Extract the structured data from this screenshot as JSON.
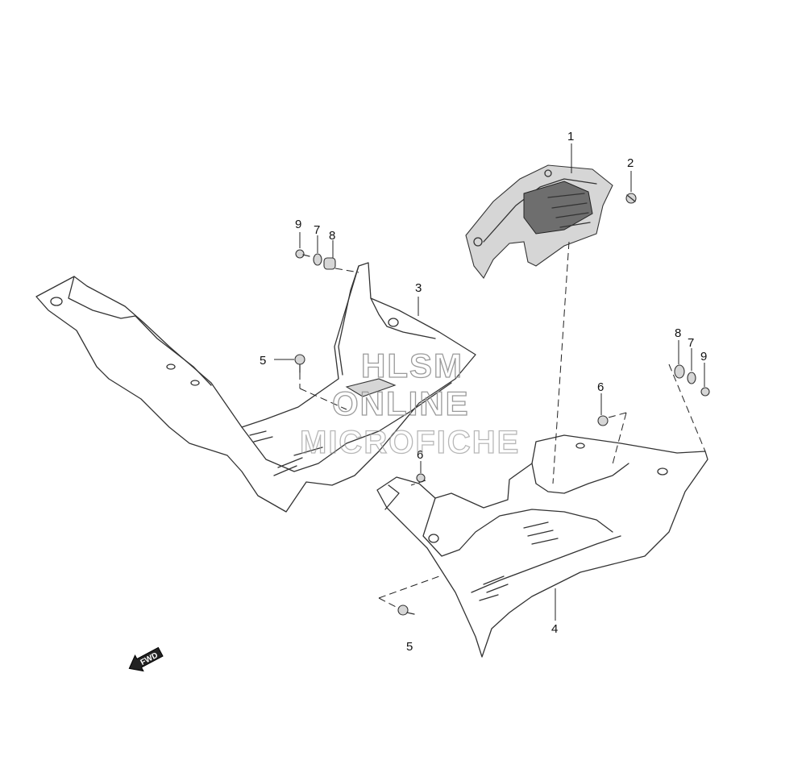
{
  "callouts": [
    {
      "id": "c1",
      "label": "1"
    },
    {
      "id": "c2",
      "label": "2"
    },
    {
      "id": "c3",
      "label": "3"
    },
    {
      "id": "c4",
      "label": "4"
    },
    {
      "id": "c5a",
      "label": "5"
    },
    {
      "id": "c5b",
      "label": "5"
    },
    {
      "id": "c6a",
      "label": "6"
    },
    {
      "id": "c6b",
      "label": "6"
    },
    {
      "id": "c7a",
      "label": "7"
    },
    {
      "id": "c7b",
      "label": "7"
    },
    {
      "id": "c8a",
      "label": "8"
    },
    {
      "id": "c8b",
      "label": "8"
    },
    {
      "id": "c9a",
      "label": "9"
    },
    {
      "id": "c9b",
      "label": "9"
    }
  ],
  "watermark": {
    "line1": "HLSM",
    "line2": "ONLINE",
    "line3": "MICROFICHE"
  },
  "fwd_arrow": {
    "label": "FWD"
  }
}
